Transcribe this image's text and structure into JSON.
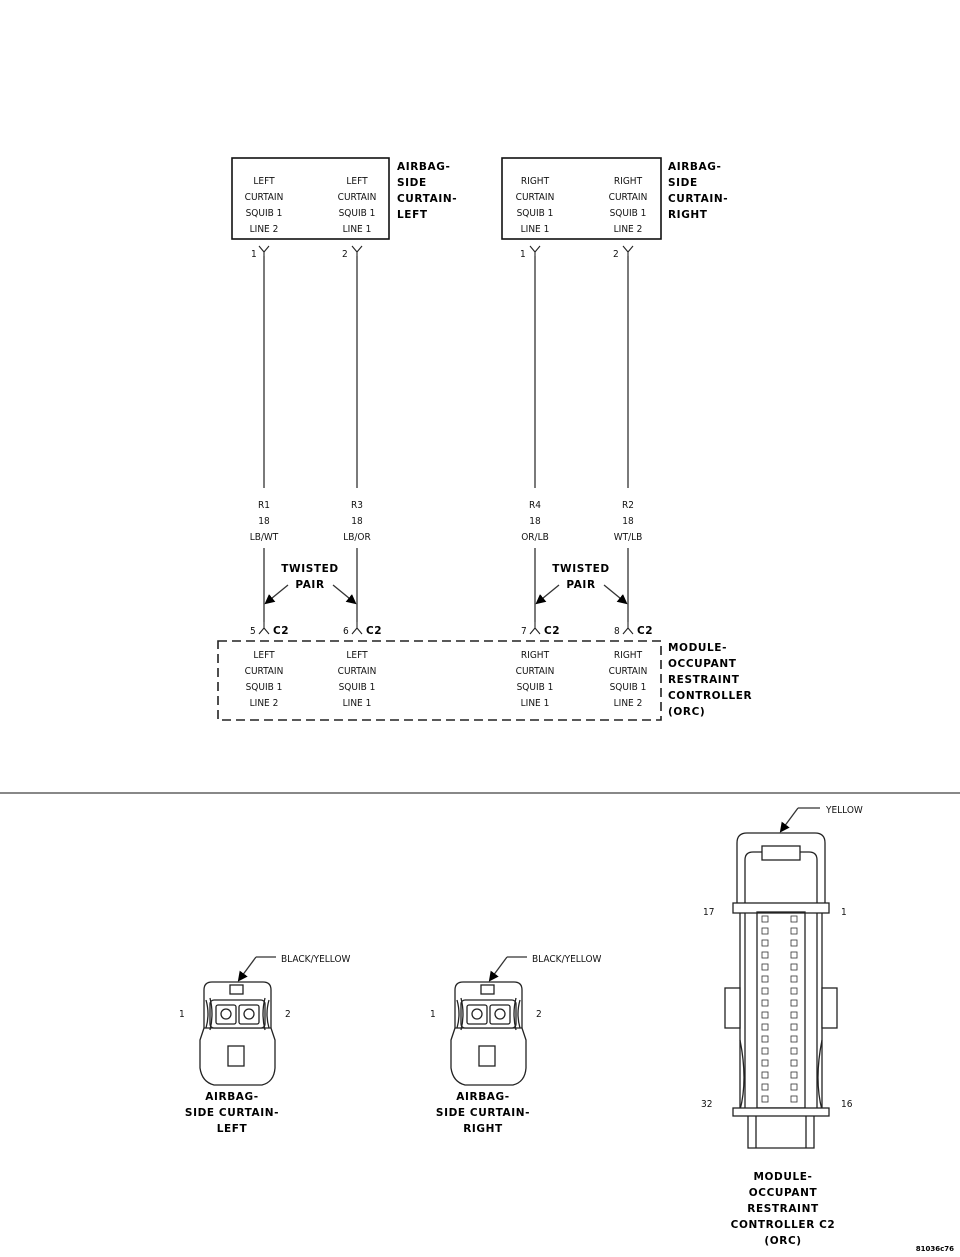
{
  "components": {
    "left_curtain": {
      "title_lines": [
        "AIRBAG-",
        "SIDE",
        "CURTAIN-",
        "LEFT"
      ],
      "pin1": {
        "label_lines": [
          "LEFT",
          "CURTAIN",
          "SQUIB 1",
          "LINE 2"
        ],
        "num": "1"
      },
      "pin2": {
        "label_lines": [
          "LEFT",
          "CURTAIN",
          "SQUIB 1",
          "LINE 1"
        ],
        "num": "2"
      }
    },
    "right_curtain": {
      "title_lines": [
        "AIRBAG-",
        "SIDE",
        "CURTAIN-",
        "RIGHT"
      ],
      "pin1": {
        "label_lines": [
          "RIGHT",
          "CURTAIN",
          "SQUIB 1",
          "LINE 1"
        ],
        "num": "1"
      },
      "pin2": {
        "label_lines": [
          "RIGHT",
          "CURTAIN",
          "SQUIB 1",
          "LINE 2"
        ],
        "num": "2"
      }
    },
    "orc": {
      "title_lines": [
        "MODULE-",
        "OCCUPANT",
        "RESTRAINT",
        "CONTROLLER",
        "(ORC)"
      ],
      "connector": "C2",
      "pins": [
        {
          "num": "5",
          "label_lines": [
            "LEFT",
            "CURTAIN",
            "SQUIB 1",
            "LINE 2"
          ]
        },
        {
          "num": "6",
          "label_lines": [
            "LEFT",
            "CURTAIN",
            "SQUIB 1",
            "LINE 1"
          ]
        },
        {
          "num": "7",
          "label_lines": [
            "RIGHT",
            "CURTAIN",
            "SQUIB 1",
            "LINE 1"
          ]
        },
        {
          "num": "8",
          "label_lines": [
            "RIGHT",
            "CURTAIN",
            "SQUIB 1",
            "LINE 2"
          ]
        }
      ]
    }
  },
  "wires": [
    {
      "circuit": "R1",
      "gauge": "18",
      "color": "LB/WT"
    },
    {
      "circuit": "R3",
      "gauge": "18",
      "color": "LB/OR"
    },
    {
      "circuit": "R4",
      "gauge": "18",
      "color": "OR/LB"
    },
    {
      "circuit": "R2",
      "gauge": "18",
      "color": "WT/LB"
    }
  ],
  "twisted_pair": {
    "label_lines": [
      "TWISTED",
      "PAIR"
    ]
  },
  "connector_views": {
    "left": {
      "color_label": "BLACK/YELLOW",
      "pin_left": "1",
      "pin_right": "2",
      "caption_lines": [
        "AIRBAG-",
        "SIDE CURTAIN-",
        "LEFT"
      ]
    },
    "right": {
      "color_label": "BLACK/YELLOW",
      "pin_left": "1",
      "pin_right": "2",
      "caption_lines": [
        "AIRBAG-",
        "SIDE CURTAIN-",
        "RIGHT"
      ]
    },
    "orc_c2": {
      "color_label": "YELLOW",
      "pin_tl": "17",
      "pin_tr": "1",
      "pin_bl": "32",
      "pin_br": "16",
      "caption_lines": [
        "MODULE-",
        "OCCUPANT",
        "RESTRAINT",
        "CONTROLLER C2",
        "(ORC)"
      ]
    }
  },
  "figure_id": "81036c76"
}
